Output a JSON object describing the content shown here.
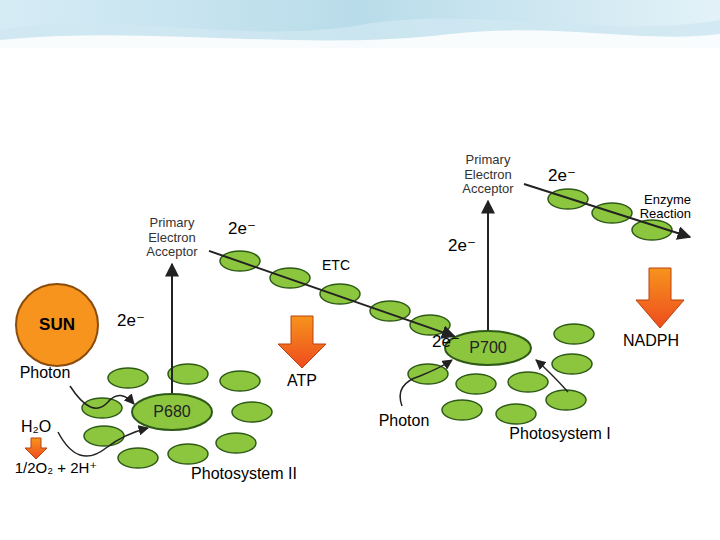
{
  "diagram": {
    "nodes": [
      {
        "text": [
          "Primary Electron Acceptor"
        ]
      },
      {
        "text": [
          "Primary Electron Acceptor"
        ]
      },
      {
        "text": [
          "SUN"
        ]
      },
      {
        "text": [
          "P700"
        ]
      },
      {
        "text": [
          "P680"
        ]
      }
    ],
    "edges": [
      {
        "from": 4,
        "to": 1,
        "arrow": "to"
      },
      {
        "from": 1,
        "to": 3,
        "arrow": "to"
      },
      {
        "from": 3,
        "to": 0,
        "arrow": "to"
      }
    ],
    "labels": [
      "2e⁻",
      "ETC",
      "2e⁻",
      "2e⁻",
      "Enzyme Reaction",
      "2e⁻",
      "2e⁻",
      "Photon",
      "ATP",
      "NADPH",
      "H₂O",
      "1/2O₂ + 2H⁺",
      "Photon",
      "Photosystem II",
      "Photosystem I"
    ]
  }
}
